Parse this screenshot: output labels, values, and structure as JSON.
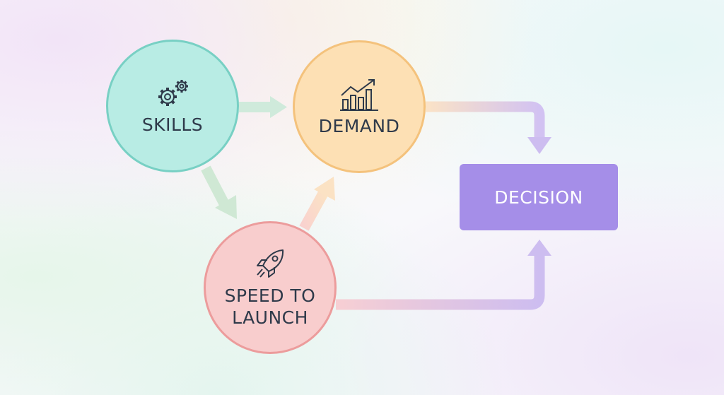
{
  "nodes": {
    "skills": {
      "label": "SKILLS",
      "icon": "gears-icon"
    },
    "demand": {
      "label": "DEMAND",
      "icon": "bar-chart-growth-icon"
    },
    "speed": {
      "label_line1": "SPEED TO",
      "label_line2": "LAUNCH",
      "icon": "rocket-icon"
    },
    "decision": {
      "label": "DECISION"
    }
  },
  "colors": {
    "skills_fill": "#b8ece4",
    "skills_border": "#78d0c4",
    "demand_fill": "#fde0b4",
    "demand_border": "#f4c27c",
    "speed_fill": "#f8cdcd",
    "speed_border": "#ec9c9c",
    "decision_fill": "#a58ee8",
    "arrow_green": "#cfeadb",
    "arrow_lavender": "#cdbdf0"
  },
  "edges": [
    {
      "from": "skills",
      "to": "demand"
    },
    {
      "from": "skills",
      "to": "speed"
    },
    {
      "from": "speed",
      "to": "demand"
    },
    {
      "from": "demand",
      "to": "decision"
    },
    {
      "from": "speed",
      "to": "decision"
    }
  ]
}
